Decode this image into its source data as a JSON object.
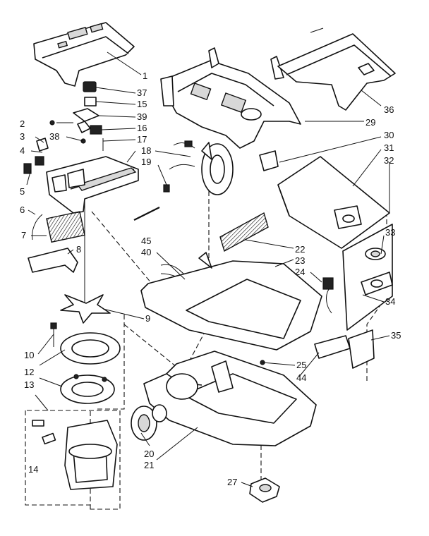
{
  "callouts": [
    {
      "id": "p1",
      "label": "1"
    },
    {
      "id": "p2",
      "label": "2"
    },
    {
      "id": "p3",
      "label": "3"
    },
    {
      "id": "p4",
      "label": "4"
    },
    {
      "id": "p5",
      "label": "5"
    },
    {
      "id": "p6",
      "label": "6"
    },
    {
      "id": "p7",
      "label": "7"
    },
    {
      "id": "p8",
      "label": "8"
    },
    {
      "id": "p9",
      "label": "9"
    },
    {
      "id": "p10",
      "label": "10"
    },
    {
      "id": "p12",
      "label": "12"
    },
    {
      "id": "p13",
      "label": "13"
    },
    {
      "id": "p14",
      "label": "14"
    },
    {
      "id": "p15",
      "label": "15"
    },
    {
      "id": "p16",
      "label": "16"
    },
    {
      "id": "p17",
      "label": "17"
    },
    {
      "id": "p18",
      "label": "18"
    },
    {
      "id": "p19",
      "label": "19"
    },
    {
      "id": "p20",
      "label": "20"
    },
    {
      "id": "p21",
      "label": "21"
    },
    {
      "id": "p22",
      "label": "22"
    },
    {
      "id": "p23",
      "label": "23"
    },
    {
      "id": "p24",
      "label": "24"
    },
    {
      "id": "p25",
      "label": "25"
    },
    {
      "id": "p27",
      "label": "27"
    },
    {
      "id": "p29",
      "label": "29"
    },
    {
      "id": "p30",
      "label": "30"
    },
    {
      "id": "p31",
      "label": "31"
    },
    {
      "id": "p32",
      "label": "32"
    },
    {
      "id": "p33",
      "label": "33"
    },
    {
      "id": "p34",
      "label": "34"
    },
    {
      "id": "p35",
      "label": "35"
    },
    {
      "id": "p36",
      "label": "36"
    },
    {
      "id": "p37",
      "label": "37"
    },
    {
      "id": "p38",
      "label": "38"
    },
    {
      "id": "p39",
      "label": "39"
    },
    {
      "id": "p40",
      "label": "40"
    },
    {
      "id": "p44",
      "label": "44"
    },
    {
      "id": "p45",
      "label": "45"
    }
  ]
}
